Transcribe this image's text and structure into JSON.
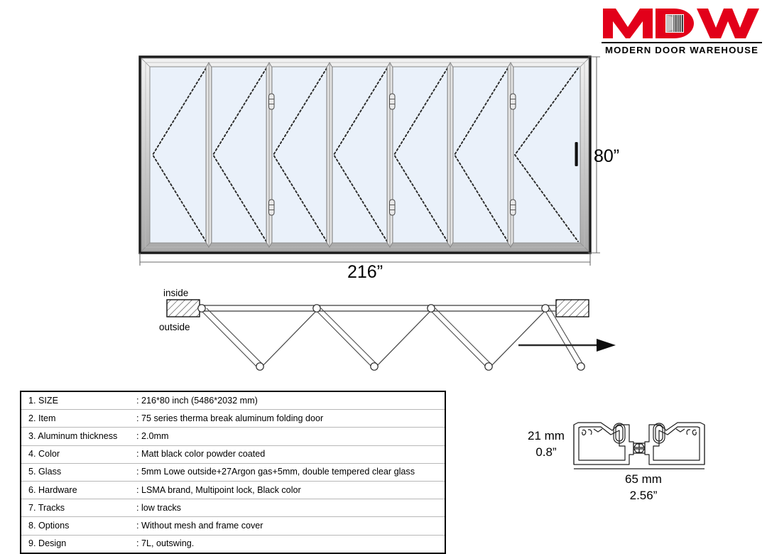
{
  "brand": {
    "logo_text": "MDW",
    "tagline": "MODERN DOOR WAREHOUSE",
    "accent_color": "#e2001a"
  },
  "elevation": {
    "width_label": "216”",
    "height_label": "80”",
    "panel_count": 7,
    "glass_fill": "#eaf1fa",
    "frame_fill": "#c9c9c9"
  },
  "plan": {
    "inside_label": "inside",
    "outside_label": "outside",
    "fold_count": 7,
    "direction_arrow": "right"
  },
  "spec_table": {
    "rows": [
      {
        "label": "1. SIZE",
        "value": ": 216*80 inch (5486*2032 mm)"
      },
      {
        "label": "2. Item",
        "value": ": 75 series therma break aluminum folding door"
      },
      {
        "label": "3. Aluminum thickness",
        "value": ": 2.0mm"
      },
      {
        "label": "4. Color",
        "value": ": Matt black color powder coated"
      },
      {
        "label": "5. Glass",
        "value": ": 5mm Lowe outside+27Argon gas+5mm, double tempered clear glass"
      },
      {
        "label": "6. Hardware",
        "value": ": LSMA brand, Multipoint lock, Black color"
      },
      {
        "label": "7. Tracks",
        "value": ": low tracks"
      },
      {
        "label": "8. Options",
        "value": ": Without mesh and frame cover"
      },
      {
        "label": "9. Design",
        "value": ": 7L, outswing."
      }
    ]
  },
  "profile": {
    "height_mm": "21 mm",
    "height_in": "0.8”",
    "width_mm": "65 mm",
    "width_in": "2.56”"
  }
}
